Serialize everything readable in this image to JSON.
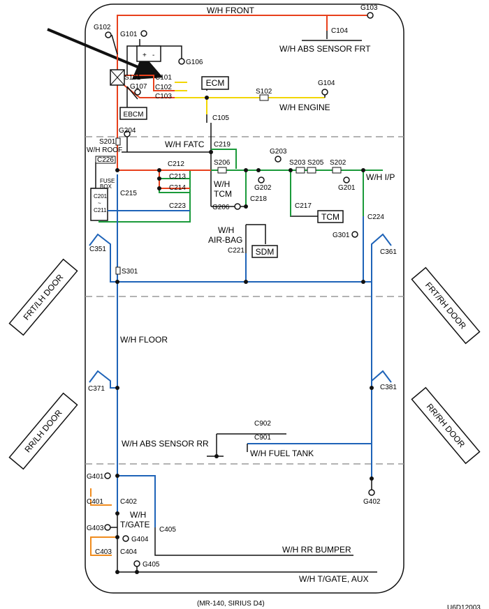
{
  "colors": {
    "red": "#e8401c",
    "yellow": "#f2d600",
    "green": "#1a9a3a",
    "blue": "#1e63b8",
    "orange": "#f08c1e",
    "black": "#111111",
    "dash": "#9a9a9a"
  },
  "harness": {
    "front": "W/H FRONT",
    "abs_front": "W/H ABS SENSOR FRT",
    "engine": "W/H ENGINE",
    "fatc": "W/H FATC",
    "roof": "W/H ROOF",
    "ip": "W/H I/P",
    "tcm_line1": "W/H",
    "tcm_line2": "TCM",
    "airbag_line1": "W/H",
    "airbag_line2": "AIR-BAG",
    "floor": "W/H FLOOR",
    "abs_rear": "W/H ABS SENSOR RR",
    "fuel_tank": "W/H FUEL TANK",
    "tgate_line1": "W/H",
    "tgate_line2": "T/GATE",
    "rr_bumper": "W/H RR BUMPER",
    "tgate_aux": "W/H T/GATE, AUX"
  },
  "modules": {
    "ecm": "ECM",
    "ebcm": "EBCM",
    "tcm": "TCM",
    "sdm": "SDM",
    "fuse_line1": "FUSE",
    "fuse_line2": "BOX"
  },
  "connectors": {
    "c101": "C101",
    "c102": "C102",
    "c103": "C103",
    "c104": "C104",
    "c105": "C105",
    "c201": "C201",
    "c201_tilde": "~",
    "c211": "C211",
    "c212": "C212",
    "c213": "C213",
    "c214": "C214",
    "c215": "C215",
    "c217": "C217",
    "c218": "C218",
    "c219": "C219",
    "c221": "C221",
    "c223": "C223",
    "c224": "C224",
    "c226": "C226",
    "c351": "C351",
    "c361": "C361",
    "c371": "C371",
    "c381": "C381",
    "c401": "C401",
    "c402": "C402",
    "c403": "C403",
    "c404": "C404",
    "c405": "C405",
    "c901": "C901",
    "c902": "C902"
  },
  "grounds": {
    "g101": "G101",
    "g102": "G102",
    "g103": "G103",
    "g104": "G104",
    "g106": "G106",
    "g107": "G107",
    "g201": "G201",
    "g202": "G202",
    "g203": "G203",
    "g204": "G204",
    "g206": "G206",
    "g301": "G301",
    "g401": "G401",
    "g402": "G402",
    "g403": "G403",
    "g404": "G404",
    "g405": "G405"
  },
  "splices": {
    "s101": "S101",
    "s102": "S102",
    "s201": "S201",
    "s202": "S202",
    "s203": "S203",
    "s205": "S205",
    "s206": "S206",
    "s301": "S301"
  },
  "doors": {
    "frt_lh": "FRT/LH DOOR",
    "frt_rh": "FRT/RH DOOR",
    "rr_lh": "RR/LH DOOR",
    "rr_rh": "RR/RH DOOR"
  },
  "battery": {
    "pos": "+",
    "neg": "-"
  },
  "footer": {
    "model": "(MR-140, SIRIUS D4)",
    "figure_id": "U6D12003"
  }
}
